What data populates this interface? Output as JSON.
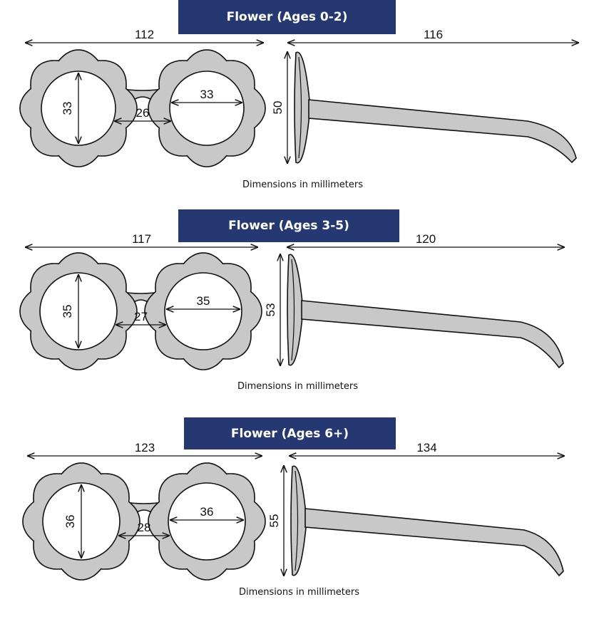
{
  "colors": {
    "banner": "#253872",
    "frame_fill": "#c8c8c8",
    "outline": "#111111"
  },
  "caption": "Dimensions in millimeters",
  "sizes": [
    {
      "title": "Flower (Ages 0-2)",
      "front_width": "112",
      "temple_length": "116",
      "lens_height": "33",
      "lens_width": "33",
      "bridge": "26",
      "frame_height": "50"
    },
    {
      "title": "Flower (Ages 3-5)",
      "front_width": "117",
      "temple_length": "120",
      "lens_height": "35",
      "lens_width": "35",
      "bridge": "27",
      "frame_height": "53"
    },
    {
      "title": "Flower (Ages 6+)",
      "front_width": "123",
      "temple_length": "134",
      "lens_height": "36",
      "lens_width": "36",
      "bridge": "28",
      "frame_height": "55"
    }
  ]
}
